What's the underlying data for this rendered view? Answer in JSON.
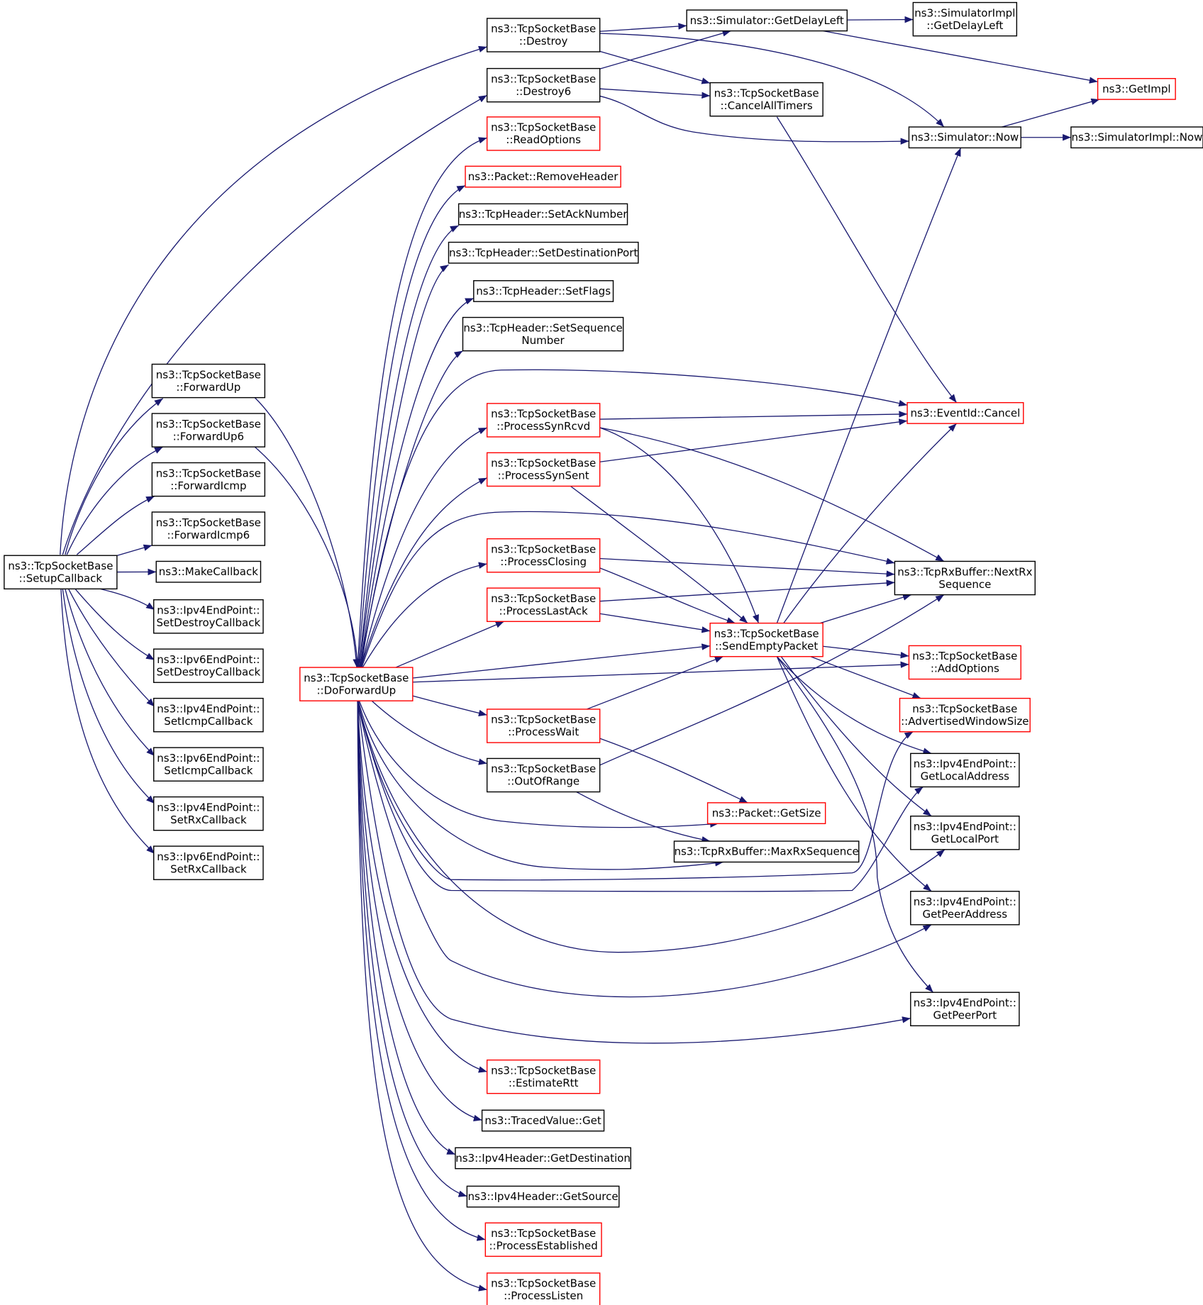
{
  "colors": {
    "edge": "#191970",
    "normal_border": "#000000",
    "truncated_border": "#ff0000",
    "root_fill": "#bfbfbf"
  },
  "nodes": {
    "setup": {
      "lines": [
        "ns3::TcpSocketBase",
        "::SetupCallback"
      ],
      "style": "root"
    },
    "destroy": {
      "lines": [
        "ns3::TcpSocketBase",
        "::Destroy"
      ],
      "style": "normal"
    },
    "destroy6": {
      "lines": [
        "ns3::TcpSocketBase",
        "::Destroy6"
      ],
      "style": "normal"
    },
    "fwdup": {
      "lines": [
        "ns3::TcpSocketBase",
        "::ForwardUp"
      ],
      "style": "normal"
    },
    "fwdup6": {
      "lines": [
        "ns3::TcpSocketBase",
        "::ForwardUp6"
      ],
      "style": "normal"
    },
    "fwdicmp": {
      "lines": [
        "ns3::TcpSocketBase",
        "::ForwardIcmp"
      ],
      "style": "normal"
    },
    "fwdicmp6": {
      "lines": [
        "ns3::TcpSocketBase",
        "::ForwardIcmp6"
      ],
      "style": "normal"
    },
    "makecb": {
      "lines": [
        "ns3::MakeCallback"
      ],
      "style": "normal"
    },
    "v4destroy": {
      "lines": [
        "ns3::Ipv4EndPoint::",
        "SetDestroyCallback"
      ],
      "style": "normal"
    },
    "v6destroy": {
      "lines": [
        "ns3::Ipv6EndPoint::",
        "SetDestroyCallback"
      ],
      "style": "normal"
    },
    "v4icmp": {
      "lines": [
        "ns3::Ipv4EndPoint::",
        "SetIcmpCallback"
      ],
      "style": "normal"
    },
    "v6icmp": {
      "lines": [
        "ns3::Ipv6EndPoint::",
        "SetIcmpCallback"
      ],
      "style": "normal"
    },
    "v4rx": {
      "lines": [
        "ns3::Ipv4EndPoint::",
        "SetRxCallback"
      ],
      "style": "normal"
    },
    "v6rx": {
      "lines": [
        "ns3::Ipv6EndPoint::",
        "SetRxCallback"
      ],
      "style": "normal"
    },
    "dofwd": {
      "lines": [
        "ns3::TcpSocketBase",
        "::DoForwardUp"
      ],
      "style": "truncated"
    },
    "getdelayleft": {
      "lines": [
        "ns3::Simulator::GetDelayLeft"
      ],
      "style": "normal"
    },
    "simimpldelay": {
      "lines": [
        "ns3::SimulatorImpl",
        "::GetDelayLeft"
      ],
      "style": "normal"
    },
    "getimpl": {
      "lines": [
        "ns3::GetImpl"
      ],
      "style": "truncated"
    },
    "cancelall": {
      "lines": [
        "ns3::TcpSocketBase",
        "::CancelAllTimers"
      ],
      "style": "normal"
    },
    "simnow": {
      "lines": [
        "ns3::Simulator::Now"
      ],
      "style": "normal"
    },
    "simimplnow": {
      "lines": [
        "ns3::SimulatorImpl::Now"
      ],
      "style": "normal"
    },
    "readopts": {
      "lines": [
        "ns3::TcpSocketBase",
        "::ReadOptions"
      ],
      "style": "truncated"
    },
    "removehdr": {
      "lines": [
        "ns3::Packet::RemoveHeader"
      ],
      "style": "truncated"
    },
    "setack": {
      "lines": [
        "ns3::TcpHeader::SetAckNumber"
      ],
      "style": "normal"
    },
    "setdport": {
      "lines": [
        "ns3::TcpHeader::SetDestinationPort"
      ],
      "style": "normal"
    },
    "setflags": {
      "lines": [
        "ns3::TcpHeader::SetFlags"
      ],
      "style": "normal"
    },
    "setseq": {
      "lines": [
        "ns3::TcpHeader::SetSequence",
        "Number"
      ],
      "style": "normal"
    },
    "synrcvd": {
      "lines": [
        "ns3::TcpSocketBase",
        "::ProcessSynRcvd"
      ],
      "style": "truncated"
    },
    "synsent": {
      "lines": [
        "ns3::TcpSocketBase",
        "::ProcessSynSent"
      ],
      "style": "truncated"
    },
    "closing": {
      "lines": [
        "ns3::TcpSocketBase",
        "::ProcessClosing"
      ],
      "style": "truncated"
    },
    "lastack": {
      "lines": [
        "ns3::TcpSocketBase",
        "::ProcessLastAck"
      ],
      "style": "truncated"
    },
    "pwait": {
      "lines": [
        "ns3::TcpSocketBase",
        "::ProcessWait"
      ],
      "style": "truncated"
    },
    "outofrange": {
      "lines": [
        "ns3::TcpSocketBase",
        "::OutOfRange"
      ],
      "style": "normal"
    },
    "evcancel": {
      "lines": [
        "ns3::EventId::Cancel"
      ],
      "style": "truncated"
    },
    "nextrx": {
      "lines": [
        "ns3::TcpRxBuffer::NextRx",
        "Sequence"
      ],
      "style": "normal"
    },
    "sendempty": {
      "lines": [
        "ns3::TcpSocketBase",
        "::SendEmptyPacket"
      ],
      "style": "truncated"
    },
    "addopts": {
      "lines": [
        "ns3::TcpSocketBase",
        "::AddOptions"
      ],
      "style": "truncated"
    },
    "advwin": {
      "lines": [
        "ns3::TcpSocketBase",
        "::AdvertisedWindowSize"
      ],
      "style": "truncated"
    },
    "getlocaladdr": {
      "lines": [
        "ns3::Ipv4EndPoint::",
        "GetLocalAddress"
      ],
      "style": "normal"
    },
    "getlocalport": {
      "lines": [
        "ns3::Ipv4EndPoint::",
        "GetLocalPort"
      ],
      "style": "normal"
    },
    "getpeeraddr": {
      "lines": [
        "ns3::Ipv4EndPoint::",
        "GetPeerAddress"
      ],
      "style": "normal"
    },
    "getpeerport": {
      "lines": [
        "ns3::Ipv4EndPoint::",
        "GetPeerPort"
      ],
      "style": "normal"
    },
    "pktsize": {
      "lines": [
        "ns3::Packet::GetSize"
      ],
      "style": "truncated"
    },
    "maxrx": {
      "lines": [
        "ns3::TcpRxBuffer::MaxRxSequence"
      ],
      "style": "normal"
    },
    "estrtt": {
      "lines": [
        "ns3::TcpSocketBase",
        "::EstimateRtt"
      ],
      "style": "truncated"
    },
    "tracedget": {
      "lines": [
        "ns3::TracedValue::Get"
      ],
      "style": "normal"
    },
    "v4hdrdst": {
      "lines": [
        "ns3::Ipv4Header::GetDestination"
      ],
      "style": "normal"
    },
    "v4hdrsrc": {
      "lines": [
        "ns3::Ipv4Header::GetSource"
      ],
      "style": "normal"
    },
    "established": {
      "lines": [
        "ns3::TcpSocketBase",
        "::ProcessEstablished"
      ],
      "style": "truncated"
    },
    "plisten": {
      "lines": [
        "ns3::TcpSocketBase",
        "::ProcessListen"
      ],
      "style": "truncated"
    }
  },
  "edges": [
    [
      "setup",
      "destroy"
    ],
    [
      "setup",
      "destroy6"
    ],
    [
      "setup",
      "fwdup"
    ],
    [
      "setup",
      "fwdup6"
    ],
    [
      "setup",
      "fwdicmp"
    ],
    [
      "setup",
      "fwdicmp6"
    ],
    [
      "setup",
      "makecb"
    ],
    [
      "setup",
      "v4destroy"
    ],
    [
      "setup",
      "v6destroy"
    ],
    [
      "setup",
      "v4icmp"
    ],
    [
      "setup",
      "v6icmp"
    ],
    [
      "setup",
      "v4rx"
    ],
    [
      "setup",
      "v6rx"
    ],
    [
      "destroy",
      "getdelayleft"
    ],
    [
      "destroy",
      "cancelall"
    ],
    [
      "destroy",
      "simnow"
    ],
    [
      "destroy6",
      "getdelayleft"
    ],
    [
      "destroy6",
      "cancelall"
    ],
    [
      "destroy6",
      "simnow"
    ],
    [
      "getdelayleft",
      "simimpldelay"
    ],
    [
      "getdelayleft",
      "getimpl"
    ],
    [
      "simnow",
      "getimpl"
    ],
    [
      "simnow",
      "simimplnow"
    ],
    [
      "cancelall",
      "evcancel"
    ],
    [
      "fwdup",
      "dofwd"
    ],
    [
      "fwdup6",
      "dofwd"
    ],
    [
      "dofwd",
      "readopts"
    ],
    [
      "dofwd",
      "removehdr"
    ],
    [
      "dofwd",
      "setack"
    ],
    [
      "dofwd",
      "setdport"
    ],
    [
      "dofwd",
      "setflags"
    ],
    [
      "dofwd",
      "setseq"
    ],
    [
      "dofwd",
      "evcancel"
    ],
    [
      "dofwd",
      "synrcvd"
    ],
    [
      "dofwd",
      "synsent"
    ],
    [
      "dofwd",
      "nextrx"
    ],
    [
      "dofwd",
      "closing"
    ],
    [
      "dofwd",
      "lastack"
    ],
    [
      "dofwd",
      "sendempty"
    ],
    [
      "dofwd",
      "addopts"
    ],
    [
      "dofwd",
      "pwait"
    ],
    [
      "dofwd",
      "outofrange"
    ],
    [
      "dofwd",
      "pktsize"
    ],
    [
      "dofwd",
      "maxrx"
    ],
    [
      "dofwd",
      "advwin"
    ],
    [
      "dofwd",
      "getlocaladdr"
    ],
    [
      "dofwd",
      "getlocalport"
    ],
    [
      "dofwd",
      "getpeeraddr"
    ],
    [
      "dofwd",
      "getpeerport"
    ],
    [
      "dofwd",
      "estrtt"
    ],
    [
      "dofwd",
      "tracedget"
    ],
    [
      "dofwd",
      "v4hdrdst"
    ],
    [
      "dofwd",
      "v4hdrsrc"
    ],
    [
      "dofwd",
      "established"
    ],
    [
      "dofwd",
      "plisten"
    ],
    [
      "synrcvd",
      "evcancel"
    ],
    [
      "synrcvd",
      "nextrx"
    ],
    [
      "synrcvd",
      "sendempty"
    ],
    [
      "synsent",
      "evcancel"
    ],
    [
      "synsent",
      "sendempty"
    ],
    [
      "closing",
      "nextrx"
    ],
    [
      "closing",
      "sendempty"
    ],
    [
      "lastack",
      "nextrx"
    ],
    [
      "lastack",
      "sendempty"
    ],
    [
      "pwait",
      "sendempty"
    ],
    [
      "pwait",
      "pktsize"
    ],
    [
      "outofrange",
      "nextrx"
    ],
    [
      "outofrange",
      "maxrx"
    ],
    [
      "sendempty",
      "simnow"
    ],
    [
      "sendempty",
      "evcancel"
    ],
    [
      "sendempty",
      "nextrx"
    ],
    [
      "sendempty",
      "addopts"
    ],
    [
      "sendempty",
      "advwin"
    ],
    [
      "sendempty",
      "getlocaladdr"
    ],
    [
      "sendempty",
      "getlocalport"
    ],
    [
      "sendempty",
      "getpeeraddr"
    ],
    [
      "sendempty",
      "getpeerport"
    ]
  ]
}
